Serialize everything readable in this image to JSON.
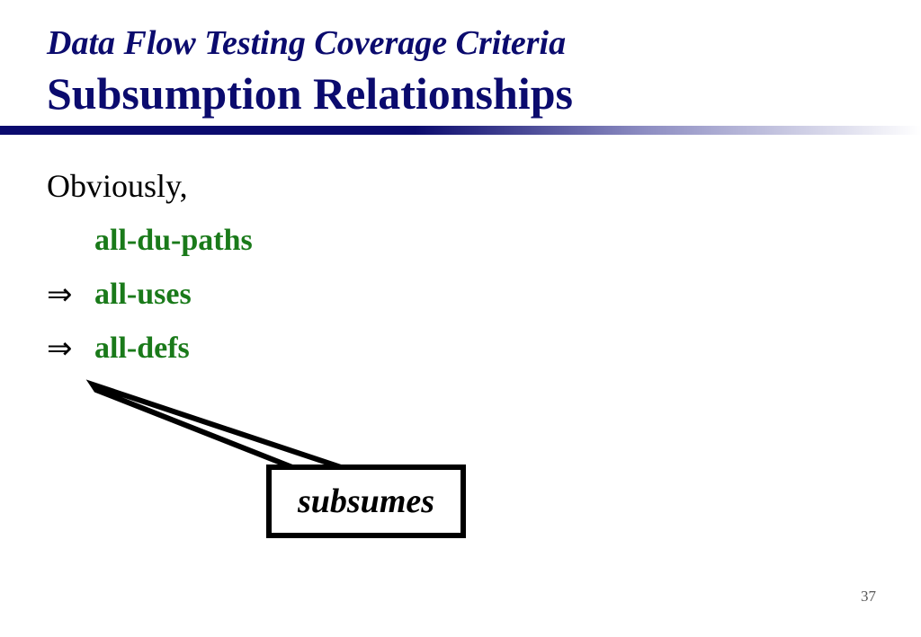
{
  "slide": {
    "title_line1": "Data Flow Testing Coverage Criteria",
    "title_line2": "Subsumption Relationships",
    "intro": "Obviously,",
    "criteria": [
      {
        "label": "all-du-paths",
        "arrow": ""
      },
      {
        "label": "all-uses",
        "arrow": "⇒"
      },
      {
        "label": "all-defs",
        "arrow": "⇒"
      }
    ],
    "callout": "subsumes",
    "page_number": "37"
  },
  "colors": {
    "title": "#0b0b6e",
    "criteria": "#1a7a1a",
    "text": "#000000"
  }
}
